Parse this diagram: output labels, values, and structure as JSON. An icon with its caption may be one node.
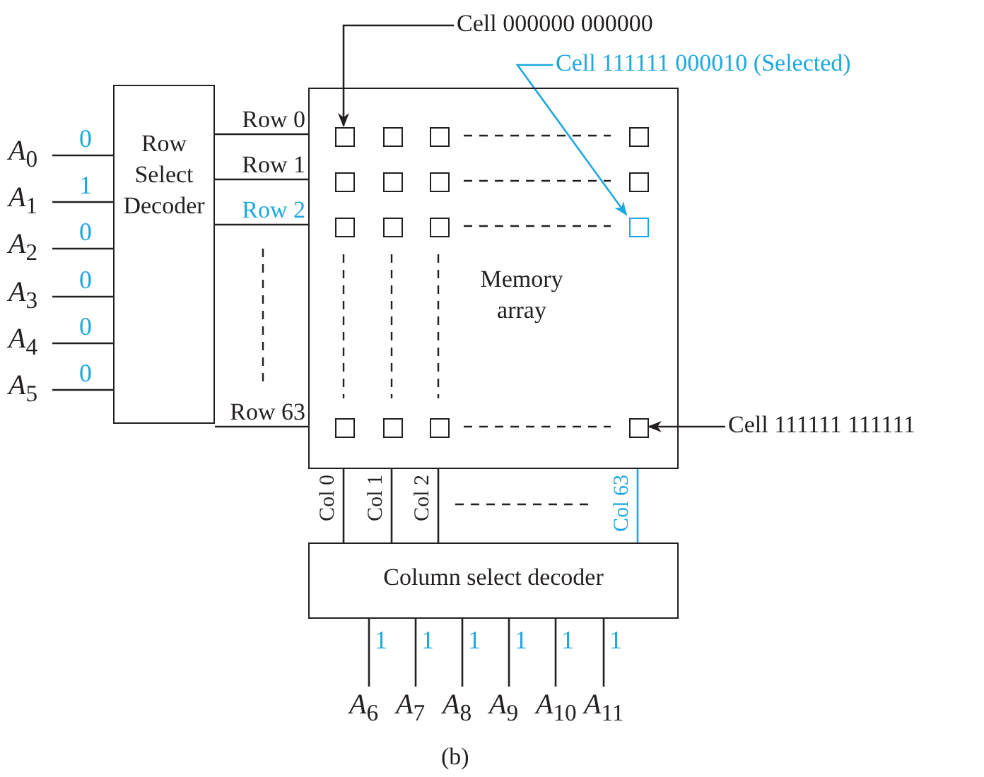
{
  "diagram": {
    "caption": "(b)",
    "nodes": [
      {
        "text": [
          "Row Select Decoder"
        ]
      },
      {
        "text": [
          "Memory array"
        ]
      },
      {
        "text": [],
        "shape": "box",
        "in": 1
      },
      {
        "text": [],
        "shape": "box",
        "in": 1
      },
      {
        "text": [],
        "shape": "box",
        "in": 1
      },
      {
        "text": [],
        "shape": "box",
        "in": 1
      },
      {
        "text": [],
        "shape": "box",
        "in": 1
      },
      {
        "text": [],
        "shape": "box",
        "in": 1
      },
      {
        "text": [],
        "shape": "box",
        "in": 1
      },
      {
        "text": [],
        "shape": "box",
        "in": 1
      },
      {
        "text": [],
        "shape": "box",
        "in": 1
      },
      {
        "text": [],
        "shape": "box",
        "in": 1
      },
      {
        "text": [],
        "shape": "box",
        "in": 1
      },
      {
        "text": [],
        "shape": "box",
        "in": 1
      },
      {
        "text": [],
        "shape": "box",
        "in": 1
      },
      {
        "text": [],
        "shape": "box",
        "in": 1
      },
      {
        "text": [],
        "shape": "box",
        "in": 1
      },
      {
        "text": [],
        "shape": "box",
        "in": 1
      },
      {
        "text": [
          "Column select decoder"
        ]
      },
      {
        "text": [
          "*A*$_{0}$"
        ]
      },
      {
        "text": [
          "*A*$_{1}$"
        ]
      },
      {
        "text": [
          "*A*$_{2}$"
        ]
      },
      {
        "text": [
          "*A*$_{3}$"
        ]
      },
      {
        "text": [
          "*A*$_{4}$"
        ]
      },
      {
        "text": [
          "*A*$_{5}$"
        ]
      },
      {
        "text": [
          "*A*$_{6}$"
        ]
      },
      {
        "text": [
          "*A*$_{7}$"
        ]
      },
      {
        "text": [
          "*A*$_{8}$"
        ]
      },
      {
        "text": [
          "*A*$_{9}$"
        ]
      },
      {
        "text": [
          "*A*$_{10}$"
        ]
      },
      {
        "text": [
          "*A*$_{11}$"
        ]
      },
      {
        "text": [
          "Cell 000000 000000"
        ]
      },
      {
        "text": [
          "Cell 111111 000010 (Selected)"
        ]
      },
      {
        "text": [
          "Cell 111111 111111"
        ]
      }
    ],
    "edges": [
      {
        "from": 19,
        "to": 0,
        "arrow": "none",
        "label": "0"
      },
      {
        "from": 20,
        "to": 0,
        "arrow": "none",
        "label": "1"
      },
      {
        "from": 21,
        "to": 0,
        "arrow": "none",
        "label": "0"
      },
      {
        "from": 22,
        "to": 0,
        "arrow": "none",
        "label": "0"
      },
      {
        "from": 23,
        "to": 0,
        "arrow": "none",
        "label": "0"
      },
      {
        "from": 24,
        "to": 0,
        "arrow": "none",
        "label": "0"
      },
      {
        "from": 0,
        "to": 1,
        "arrow": "none",
        "label": "Row 0"
      },
      {
        "from": 0,
        "to": 1,
        "arrow": "none",
        "label": "Row 1"
      },
      {
        "from": 0,
        "to": 1,
        "arrow": "none",
        "label": "Row 2"
      },
      {
        "from": 0,
        "to": 1,
        "arrow": "none",
        "label": "Row 63"
      },
      {
        "from": 1,
        "to": 18,
        "arrow": "none",
        "label": "Col 0"
      },
      {
        "from": 1,
        "to": 18,
        "arrow": "none",
        "label": "Col 1"
      },
      {
        "from": 1,
        "to": 18,
        "arrow": "none",
        "label": "Col 2"
      },
      {
        "from": 1,
        "to": 18,
        "arrow": "none",
        "label": "Col 63",
        "color": "#1ea8e0"
      },
      {
        "from": 18,
        "to": 25,
        "arrow": "none",
        "label": "1"
      },
      {
        "from": 18,
        "to": 26,
        "arrow": "none",
        "label": "1"
      },
      {
        "from": 18,
        "to": 27,
        "arrow": "none",
        "label": "1"
      },
      {
        "from": 18,
        "to": 28,
        "arrow": "none",
        "label": "1"
      },
      {
        "from": 18,
        "to": 29,
        "arrow": "none",
        "label": "1"
      },
      {
        "from": 18,
        "to": 30,
        "arrow": "none",
        "label": "1"
      },
      {
        "from": 31,
        "to": 2,
        "arrow": "to"
      },
      {
        "from": 32,
        "to": 13,
        "arrow": "to",
        "color": "#1ea8e0"
      },
      {
        "from": 33,
        "to": 17,
        "arrow": "to"
      }
    ]
  }
}
